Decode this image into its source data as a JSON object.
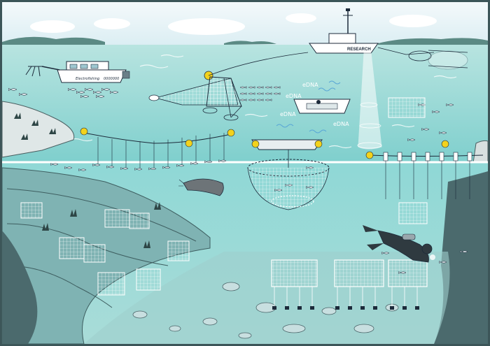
{
  "boats": {
    "electrofishing": {
      "name": "Electrofishing",
      "number": "0000000"
    },
    "research": {
      "name": "RESEARCH"
    }
  },
  "edna_labels": [
    "eDNA",
    "eDNA",
    "eDNA",
    "eDNA"
  ],
  "colors": {
    "sky": "#e9f3f7",
    "water_surface": "#9fd8d6",
    "water_deep": "#5fbfc2",
    "underwater": "#8ecfcf",
    "rock": "#4a6f72",
    "lake_bed": "#6a9ea0",
    "buoy": "#f3d21c",
    "net": "#ffffff"
  }
}
